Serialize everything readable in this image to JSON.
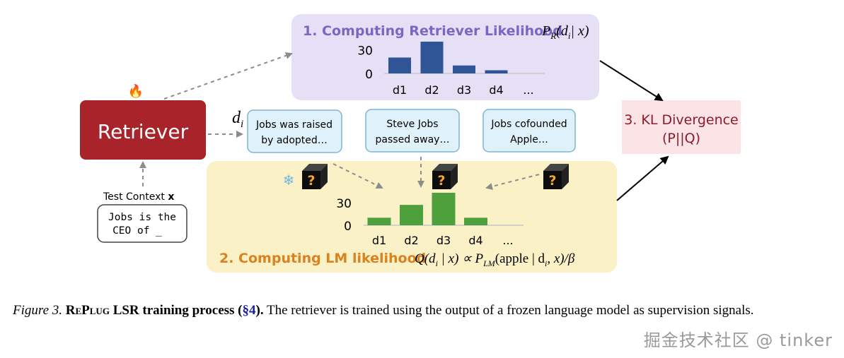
{
  "retriever_panel": {
    "title": "1. Computing Retriever Likelihood",
    "formula_P": "P",
    "formula_sub": "R",
    "formula_args": "(d",
    "formula_i": "i",
    "formula_tail": "| x)"
  },
  "lm_panel": {
    "title": "2. Computing LM likelihood",
    "formula": "Q(d",
    "formula_i": "i",
    "formula_mid": " | x) ∝ P",
    "formula_sub": "LM",
    "formula_tail1": "(apple | d",
    "formula_i2": "i",
    "formula_tail2": ", x)/β"
  },
  "kl_box": {
    "line1": "3. KL Divergence",
    "line2": "(P||Q)"
  },
  "retriever_box": {
    "label": "Retriever"
  },
  "fire_icon": "🔥",
  "snowflake_icon": "❄",
  "test_context": {
    "label": "Test Context ",
    "var": "x",
    "line1": "Jobs is the",
    "line2": "CEO of _"
  },
  "d_label": {
    "d": "d",
    "i": "i"
  },
  "documents": [
    {
      "line1": "Jobs was raised",
      "line2": "by adopted…"
    },
    {
      "line1": "Steve Jobs",
      "line2": "passed away…"
    },
    {
      "line1": "Jobs cofounded",
      "line2": "Apple…"
    }
  ],
  "blackbox_mark": "?",
  "chart_data": [
    {
      "type": "bar",
      "categories": [
        "d1",
        "d2",
        "d3",
        "d4",
        "..."
      ],
      "values": [
        20,
        40,
        10,
        4,
        null
      ],
      "ylim": [
        0,
        40
      ],
      "yticks": [
        "30",
        "0"
      ],
      "ytick_values": [
        30,
        0
      ],
      "color": "#2f5597"
    },
    {
      "type": "bar",
      "categories": [
        "d1",
        "d2",
        "d3",
        "d4",
        "..."
      ],
      "values": [
        10,
        27,
        43,
        10,
        null
      ],
      "ylim": [
        0,
        43
      ],
      "yticks": [
        "30",
        "0"
      ],
      "ytick_values": [
        30,
        0
      ],
      "color": "#4ea03c"
    }
  ],
  "caption": {
    "figure": "Figure 3.",
    "title_sc": "RePlug",
    "title_rest": " LSR training process (",
    "ref": "§4",
    "title_end": ").",
    "text": " The retriever is trained using the output of a frozen language model as supervision signals."
  },
  "watermark": "掘金技术社区 @ tinker",
  "colors": {
    "retriever_panel_bg": "#e6e0f7",
    "lm_panel_bg": "#fbf1c7",
    "retriever_red": "#a8232a",
    "kl_bg": "#fbe3e6",
    "doc_bg": "#dff1fa",
    "retriever_title": "#7a67c2",
    "lm_title": "#d9821f",
    "kl_text": "#8a1c2c"
  }
}
